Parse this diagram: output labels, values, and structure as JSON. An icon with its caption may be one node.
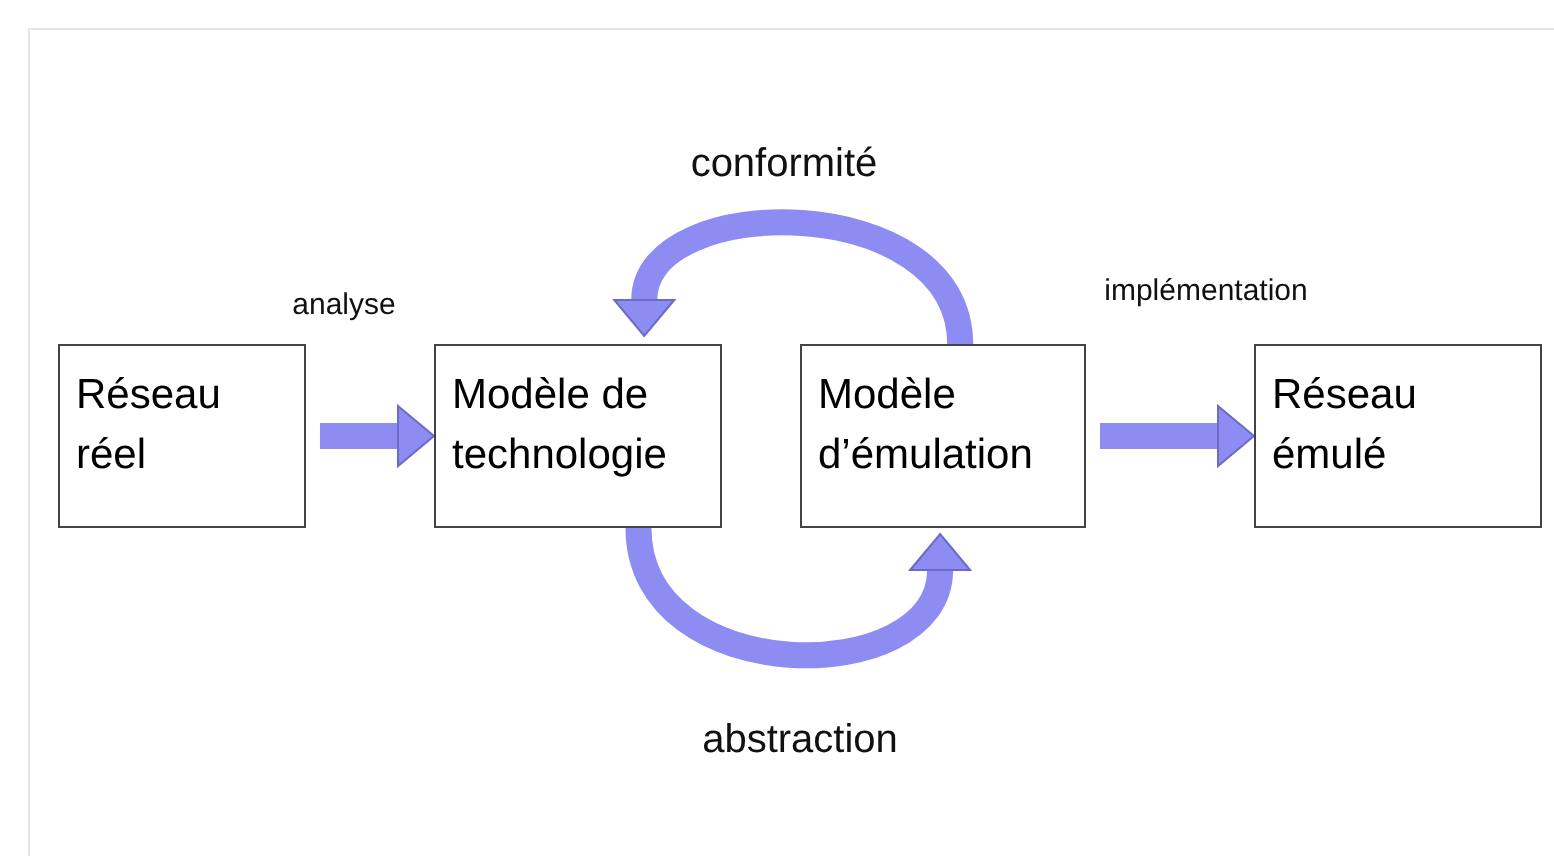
{
  "diagram": {
    "nodes": [
      {
        "text": [
          "Réseau réel"
        ]
      },
      {
        "text": [
          "Modèle de technologie"
        ]
      },
      {
        "text": [
          "Modèle d’émulation"
        ]
      },
      {
        "text": [
          "Réseau émulé"
        ]
      }
    ],
    "edges": [
      {
        "from": 0,
        "to": 1,
        "arrow": "to",
        "label": "analyse"
      },
      {
        "from": 2,
        "to": 1,
        "arrow": "to",
        "label": "conformité"
      },
      {
        "from": 1,
        "to": 2,
        "arrow": "to",
        "label": "abstraction"
      },
      {
        "from": 2,
        "to": 3,
        "arrow": "to",
        "label": "implémentation"
      }
    ]
  }
}
